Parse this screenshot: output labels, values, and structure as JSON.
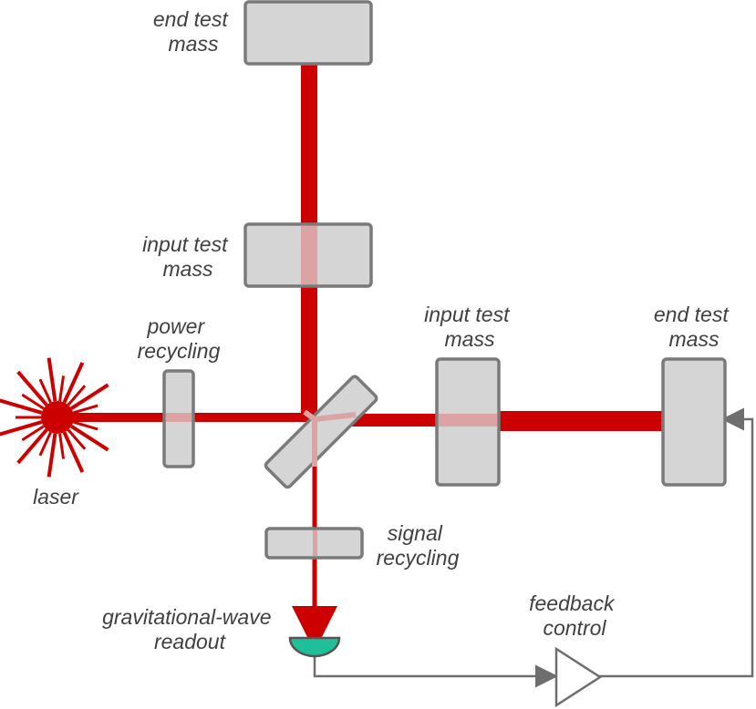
{
  "labels": {
    "end_test_mass_top": [
      "end test",
      "mass"
    ],
    "input_test_mass_top": [
      "input test",
      "mass"
    ],
    "power_recycling": [
      "power",
      "recycling"
    ],
    "input_test_mass_right": [
      "input test",
      "mass"
    ],
    "end_test_mass_right": [
      "end test",
      "mass"
    ],
    "laser": "laser",
    "signal_recycling": [
      "signal",
      "recycling"
    ],
    "gw_readout": [
      "gravitational-wave",
      "readout"
    ],
    "feedback_control": [
      "feedback",
      "control"
    ]
  },
  "colors": {
    "beam": "#cc0000",
    "mirror_fill": "#d5d5d5",
    "mirror_stroke": "#7a7a7a",
    "beam_inside_mirror": "#dba3a3",
    "detector": "#1fbf99",
    "wire": "#6e6e6e"
  },
  "icons": {
    "laser": "laser-burst-icon",
    "detector": "photodetector-icon",
    "amplifier": "amplifier-triangle-icon"
  }
}
